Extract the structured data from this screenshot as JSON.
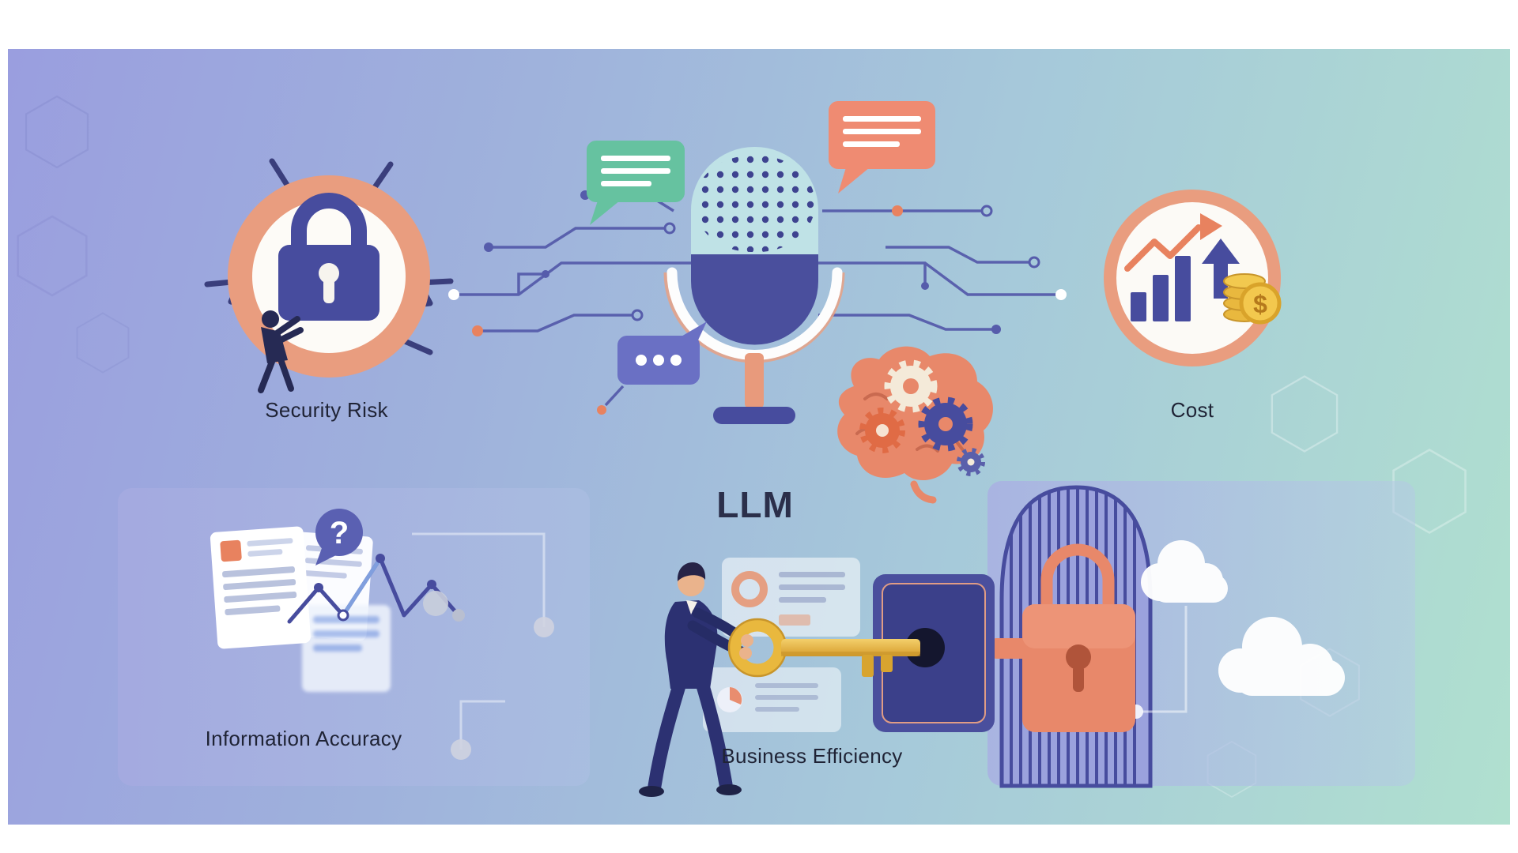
{
  "scene": {
    "center_label": "LLM",
    "items": [
      {
        "id": "security",
        "label": "Security Risk"
      },
      {
        "id": "cost",
        "label": "Cost"
      },
      {
        "id": "information",
        "label": "Information Accuracy"
      },
      {
        "id": "business",
        "label": "Business Efficiency"
      }
    ],
    "symbols": {
      "question_mark": "?",
      "dollar": "$"
    },
    "icons": [
      "cracked-padlock-icon",
      "microphone-icon",
      "speech-bubble-icon",
      "brain-gears-icon",
      "growth-chart-coins-icon",
      "documents-chart-icon",
      "man-with-key-icon",
      "lock-mechanism-icon",
      "gate-cloud-icon"
    ]
  },
  "palette": {
    "background_left": "#9a9edf",
    "background_right": "#b0e0cf",
    "salmon": "#e8886a",
    "ring_salmon": "#e99d7f",
    "purple": "#474c9e",
    "periwinkle": "#5a60ab",
    "gold": "#e9b83e",
    "green_bubble": "#66c2a0",
    "panel_lavender": "#a8ace2",
    "text_dark": "#1f2335",
    "white": "#fdfbf7"
  }
}
